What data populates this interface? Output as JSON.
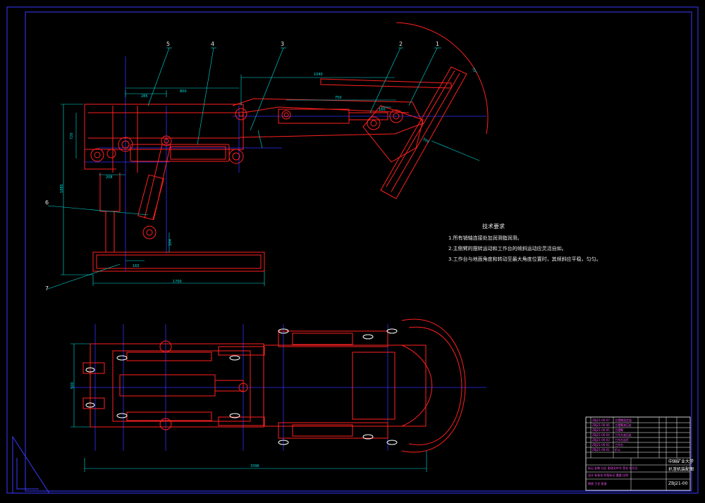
{
  "colors": {
    "background": "#000000",
    "frame": "#3a3aff",
    "outline": "#ff2020",
    "dimension": "#00e0e0",
    "centerline": "#3030ff",
    "note": "#e8e8e8"
  },
  "callouts": {
    "c1": "1",
    "c2": "2",
    "c3": "3",
    "c4": "4",
    "c5": "5",
    "c6": "6",
    "c7": "7"
  },
  "dims": {
    "d1040": "1040",
    "d750": "750",
    "d800": "800",
    "d285": "285",
    "d720": "720",
    "d1885": "1885",
    "d208": "208",
    "d165": "165",
    "d1700": "1700",
    "d104": "104",
    "d500": "500",
    "d3396": "3396",
    "d70": "70°",
    "d160": "160"
  },
  "notes": {
    "title": "技术要求",
    "line1": "1.所有销轴连接处加润滑脂润滑。",
    "line2": "2.主侧臂的摆转运动和工作台的倾斜运动应灵活自如。",
    "line3": "3.工作台与地面角度和转动至最大角度位置时，其倾斜应平稳，匀匀。"
  },
  "title_block": {
    "name": "扒渣机装配图",
    "subtitle": "钢铁支撑板",
    "code": "ZBJ21-00",
    "company": "中国矿业大学"
  }
}
